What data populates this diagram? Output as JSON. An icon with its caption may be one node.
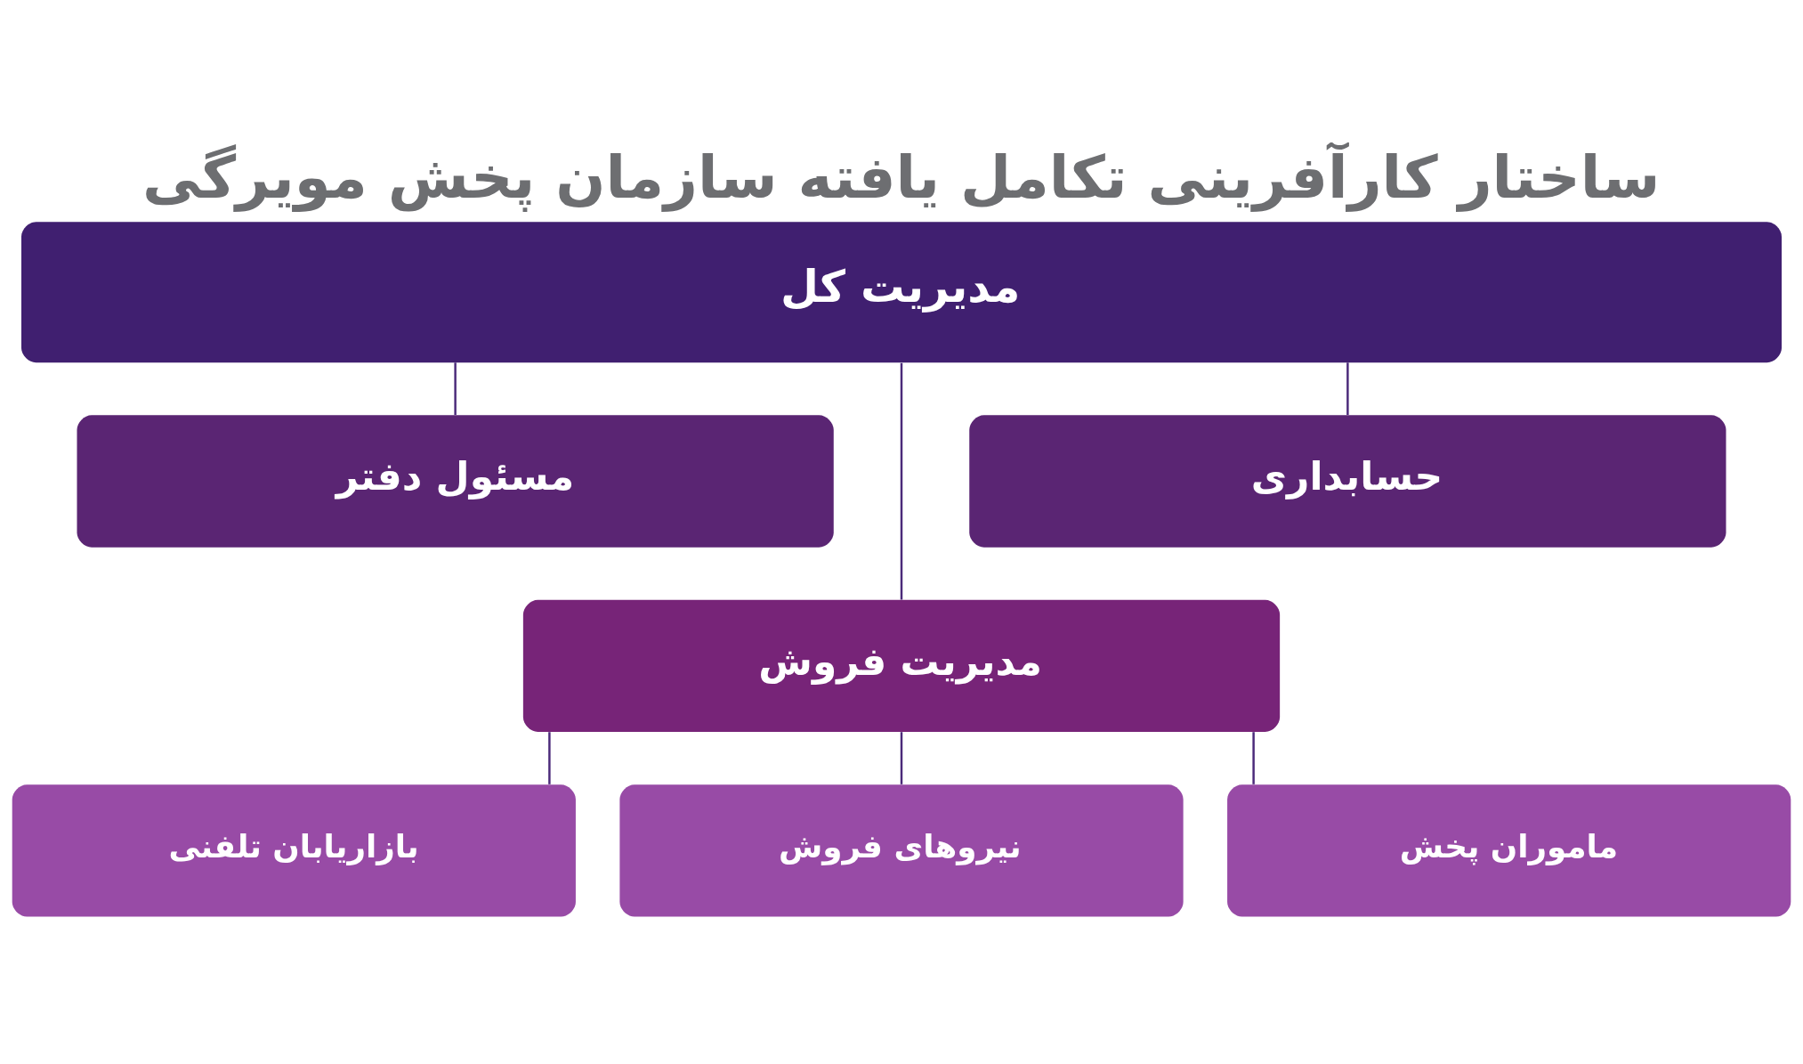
{
  "diagram": {
    "title": "ساختار کارآفرینی تکامل یافته سازمان پخش مویرگی",
    "nodes": [
      {
        "text": [
          "مدیریت کل"
        ]
      },
      {
        "text": [
          "حسابداری"
        ]
      },
      {
        "text": [
          "مسئول دفتر"
        ]
      },
      {
        "text": [
          "مدیریت فروش"
        ]
      },
      {
        "text": [
          "ماموران پخش"
        ]
      },
      {
        "text": [
          "نیروهای فروش"
        ]
      },
      {
        "text": [
          "بازاریابان تلفنی"
        ]
      }
    ],
    "edges": [
      {
        "from": 0,
        "to": 2,
        "arrow": "none"
      },
      {
        "from": 0,
        "to": 3,
        "arrow": "none"
      },
      {
        "from": 0,
        "to": 1,
        "arrow": "none"
      },
      {
        "from": 3,
        "to": 6,
        "arrow": "none"
      },
      {
        "from": 3,
        "to": 5,
        "arrow": "none"
      },
      {
        "from": 3,
        "to": 4,
        "arrow": "none"
      }
    ]
  }
}
